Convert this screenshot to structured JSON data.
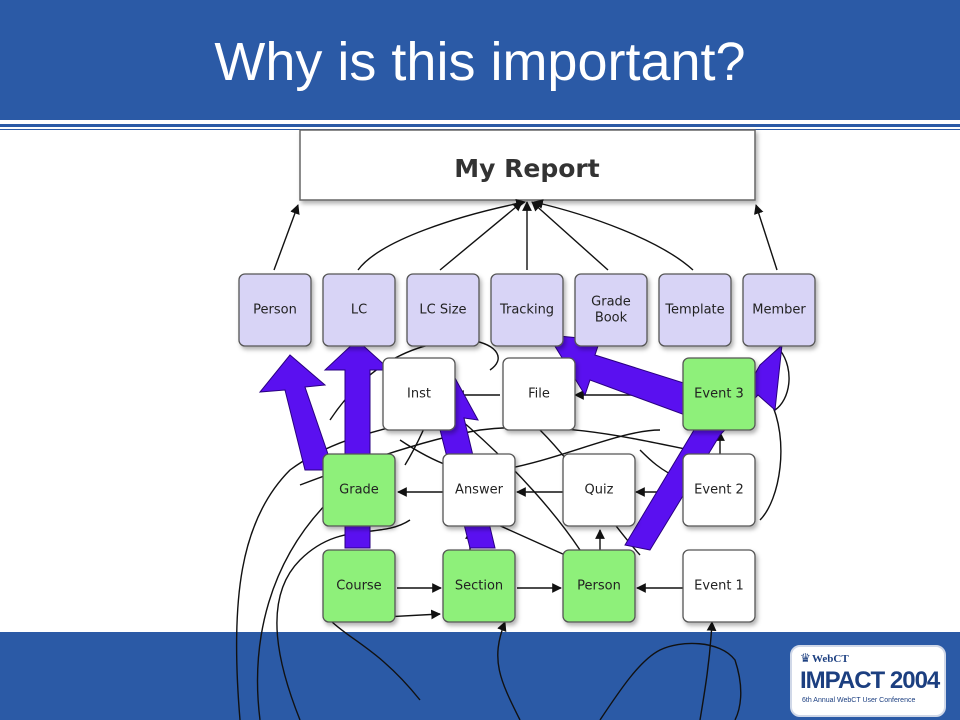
{
  "slide": {
    "title": "Why is this important?"
  },
  "diagram": {
    "report_label": "My Report",
    "nodes": [
      {
        "id": "person_top",
        "label": "Person",
        "color": "#d8d4f6"
      },
      {
        "id": "lc",
        "label": "LC",
        "color": "#d8d4f6"
      },
      {
        "id": "lc_size",
        "label": "LC Size",
        "color": "#d8d4f6"
      },
      {
        "id": "tracking",
        "label": "Tracking",
        "color": "#d8d4f6"
      },
      {
        "id": "grade_book",
        "label": "Grade\nBook",
        "color": "#d8d4f6"
      },
      {
        "id": "template",
        "label": "Template",
        "color": "#d8d4f6"
      },
      {
        "id": "member",
        "label": "Member",
        "color": "#d8d4f6"
      },
      {
        "id": "inst",
        "label": "Inst",
        "color": "#ffffff"
      },
      {
        "id": "file",
        "label": "File",
        "color": "#ffffff"
      },
      {
        "id": "event3",
        "label": "Event 3",
        "color": "#8ef07a"
      },
      {
        "id": "grade",
        "label": "Grade",
        "color": "#8ef07a"
      },
      {
        "id": "answer",
        "label": "Answer",
        "color": "#ffffff"
      },
      {
        "id": "quiz",
        "label": "Quiz",
        "color": "#ffffff"
      },
      {
        "id": "event2",
        "label": "Event 2",
        "color": "#ffffff"
      },
      {
        "id": "course",
        "label": "Course",
        "color": "#8ef07a"
      },
      {
        "id": "section",
        "label": "Section",
        "color": "#8ef07a"
      },
      {
        "id": "person_bottom",
        "label": "Person",
        "color": "#8ef07a"
      },
      {
        "id": "event1",
        "label": "Event 1",
        "color": "#ffffff"
      }
    ],
    "arrow_color": "#5a10f0"
  },
  "logo": {
    "brand": "WebCT",
    "event": "IMPACT 2004",
    "subtitle": "6th Annual WebCT User Conference"
  }
}
